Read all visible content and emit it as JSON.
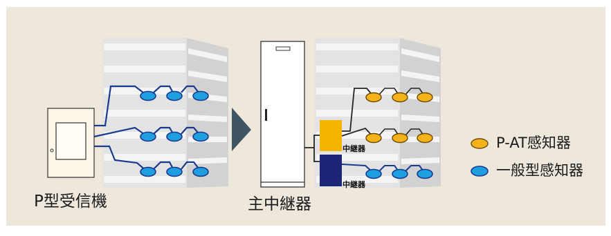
{
  "diagram": {
    "left_label": "P型受信機",
    "center_label": "主中継器",
    "relay_top_label": "中継器",
    "relay_bottom_label": "中継器"
  },
  "legend": {
    "items": [
      {
        "text": "P-AT感知器",
        "color": "#f6b21b"
      },
      {
        "text": "一般型感知器",
        "color": "#1f9ee0"
      }
    ]
  },
  "colors": {
    "background": "#eee7dc",
    "wire_blue": "#1a3a8f",
    "wire_black": "#222222",
    "sensor_orange": "#f6b21b",
    "sensor_blue": "#1f9ee0",
    "relay_yellow": "#f5b400",
    "relay_navy": "#1d2576",
    "arrow": "#3f5564",
    "building": "#dcdcdc"
  }
}
